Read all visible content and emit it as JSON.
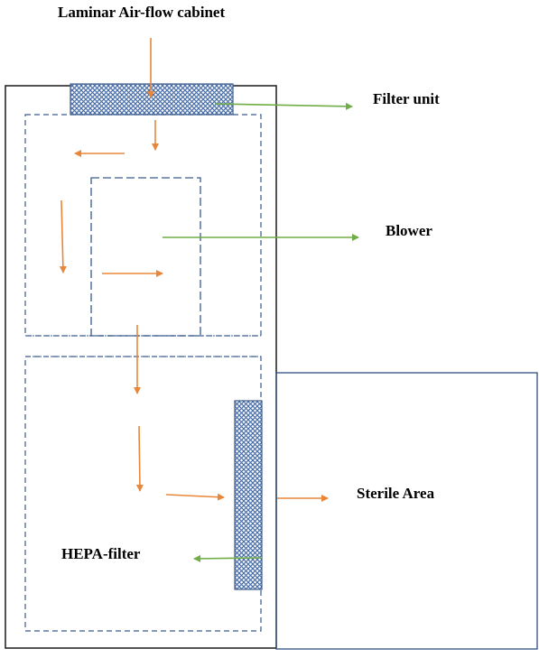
{
  "labels": {
    "title": "Laminar Air-flow cabinet",
    "filter_unit": "Filter unit",
    "blower": "Blower",
    "sterile_area": "Sterile Area",
    "hepa_filter": "HEPA-filter"
  },
  "colors": {
    "frame": "#1a1a1a",
    "dashed": "#3a5a8c",
    "filter_fill": "#4a6fa8",
    "airflow_arrow": "#e8873a",
    "pointer_arrow": "#70ad47",
    "sterile_border": "#2f4f7f"
  }
}
